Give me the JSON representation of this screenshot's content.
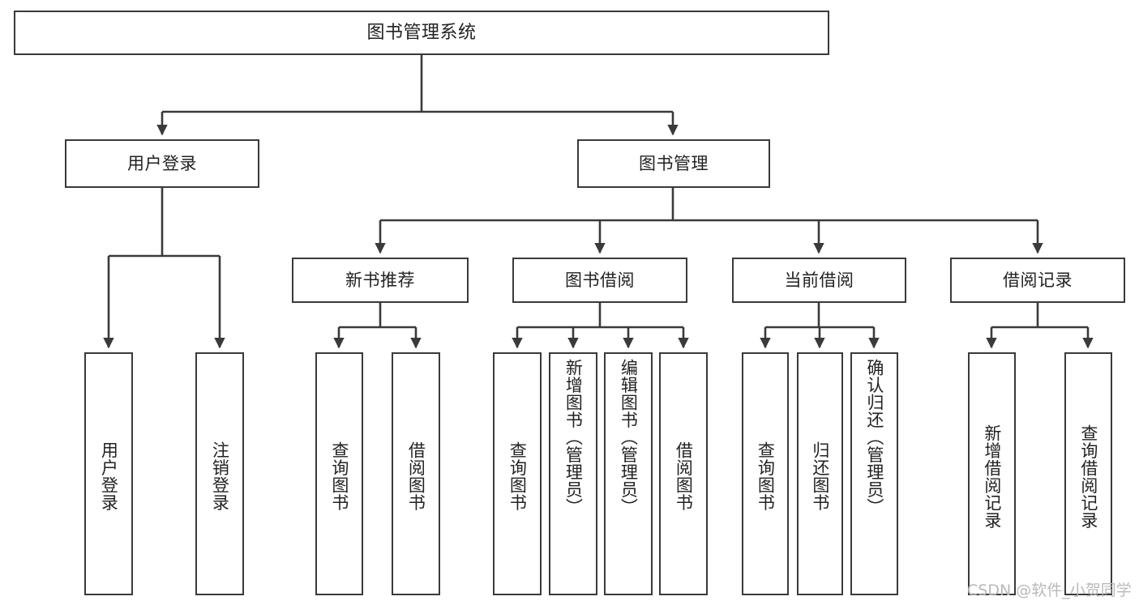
{
  "diagram": {
    "title": "图书管理系统",
    "type": "functional-structure-tree",
    "root": {
      "label": "图书管理系统"
    },
    "level2": [
      {
        "label": "用户登录"
      },
      {
        "label": "图书管理"
      }
    ],
    "level3": [
      {
        "label": "新书推荐"
      },
      {
        "label": "图书借阅"
      },
      {
        "label": "当前借阅"
      },
      {
        "label": "借阅记录"
      }
    ],
    "leaves": {
      "user_login": [
        {
          "label": "用户登录"
        },
        {
          "label": "注销登录"
        }
      ],
      "new_book_recommend": [
        {
          "label": "查询图书"
        },
        {
          "label": "借阅图书"
        }
      ],
      "book_borrow": [
        {
          "label": "查询图书"
        },
        {
          "label": "新增图书（管理员）"
        },
        {
          "label": "编辑图书（管理员）"
        },
        {
          "label": "借阅图书"
        }
      ],
      "current_borrow": [
        {
          "label": "查询图书"
        },
        {
          "label": "归还图书"
        },
        {
          "label": "确认归还（管理员）"
        }
      ],
      "borrow_record": [
        {
          "label": "新增借阅记录"
        },
        {
          "label": "查询借阅记录"
        }
      ]
    }
  },
  "watermark": {
    "text": "CSDN @软件_小贺同学"
  },
  "colors": {
    "box_border": "#3a3a3a",
    "edge": "#3a3a3a",
    "background": "#ffffff",
    "text": "#222222",
    "watermark": "#b9b9b9"
  }
}
